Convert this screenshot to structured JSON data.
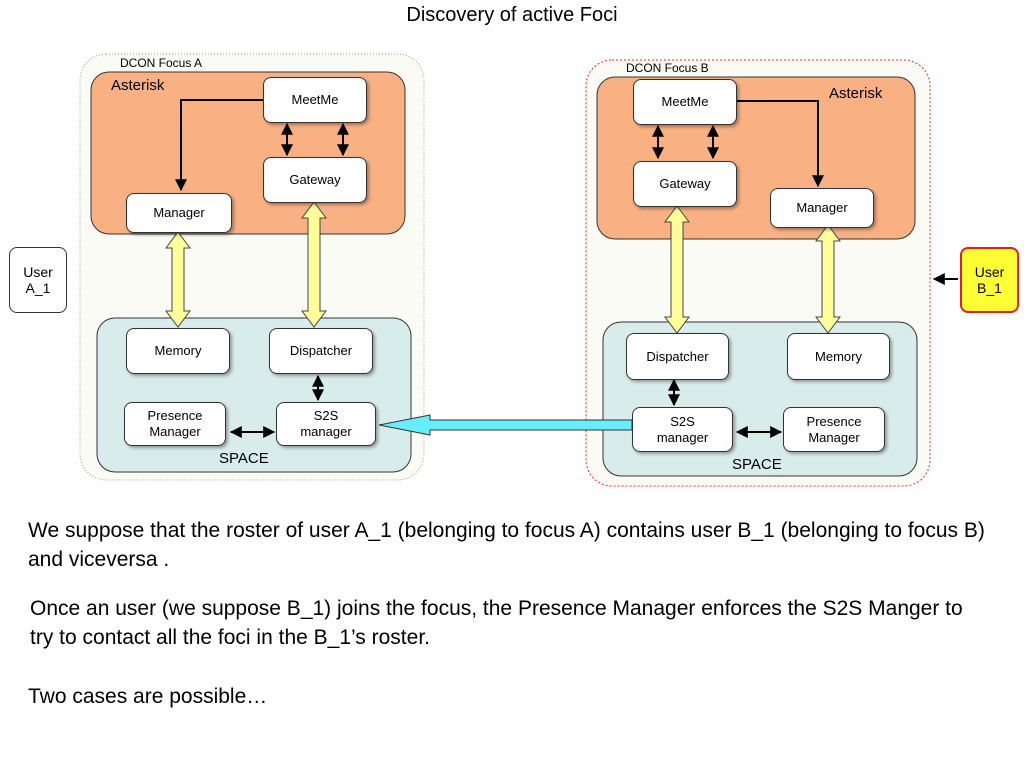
{
  "title": "Discovery of active Foci",
  "focus_a": {
    "label": "DCON Focus A",
    "asterisk": "Asterisk",
    "meetme": "MeetMe",
    "gateway": "Gateway",
    "manager": "Manager",
    "memory": "Memory",
    "dispatcher": "Dispatcher",
    "presence_manager": "Presence Manager",
    "s2s_manager": "S2S manager",
    "space": "SPACE"
  },
  "focus_b": {
    "label": "DCON Focus B",
    "asterisk": "Asterisk",
    "meetme": "MeetMe",
    "gateway": "Gateway",
    "manager": "Manager",
    "memory": "Memory",
    "dispatcher": "Dispatcher",
    "presence_manager": "Presence Manager",
    "s2s_manager": "S2S manager",
    "space": "SPACE"
  },
  "user_a": "User A_1",
  "user_b": "User B_1",
  "colors": {
    "asterisk_fill": "#f9b183",
    "space_fill": "#d8ecec",
    "user_b_fill": "#ffff33",
    "user_b_border": "#e02020",
    "connector_fill": "#ffff99",
    "s2s_arrow_fill": "#66eeff",
    "focus_b_border": "#e03030"
  },
  "paragraphs": {
    "p1": "We suppose that the roster of user A_1 (belonging to focus A) contains user B_1 (belonging to focus B) and viceversa .",
    "p2": "Once an user (we suppose B_1) joins the focus, the Presence Manager enforces the S2S Manger to try to contact all the foci in the B_1’s roster.",
    "p3": "Two cases are possible…"
  }
}
